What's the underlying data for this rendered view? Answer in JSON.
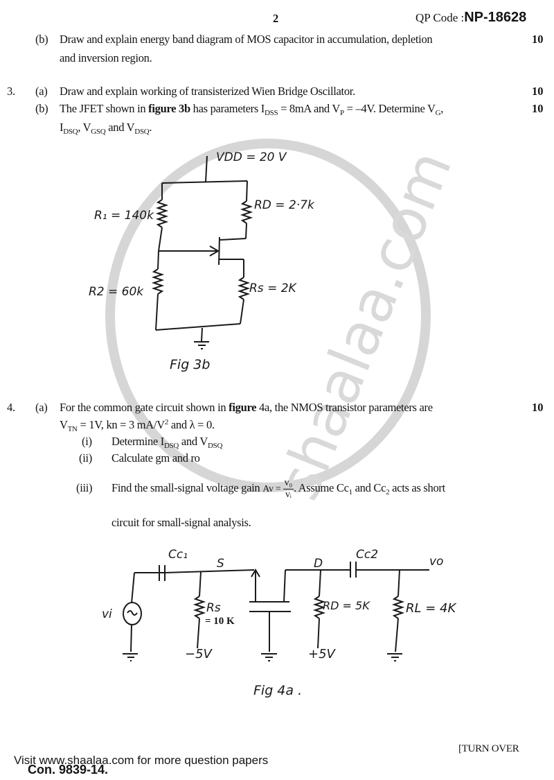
{
  "header": {
    "page_number": "2",
    "qp_code_label": "QP Code :",
    "qp_code_value": "NP-18628"
  },
  "questions": [
    {
      "number": "",
      "parts": [
        {
          "label": "(b)",
          "text_line1": "Draw and explain energy band diagram of MOS capacitor in accumulation, depletion",
          "text_line2": "and inversion region.",
          "marks": "10"
        }
      ]
    },
    {
      "number": "3.",
      "parts": [
        {
          "label": "(a)",
          "text": "Draw and explain working of transisterized Wien Bridge Oscillator.",
          "marks": "10"
        },
        {
          "label": "(b)",
          "text_pre": "The JFET shown in ",
          "text_bold": "figure 3b",
          "text_mid1": " has  parameters I",
          "sub_idss": "DSS",
          "text_mid2": " = 8mA and V",
          "sub_p": "P",
          "text_mid3": " = –4V. Determine V",
          "sub_g": "G",
          "text_mid4": ",",
          "line2_i": "I",
          "sub_dsq": "DSQ",
          "line2_v1": ", V",
          "sub_gsq": "GSQ",
          "line2_and": " and V",
          "sub_dsq2": "DSQ",
          "line2_end": ".",
          "marks": "10"
        }
      ]
    },
    {
      "number": "4.",
      "parts": [
        {
          "label": "(a)",
          "text_pre": "For the common gate circuit shown in ",
          "text_bold": "figure",
          "text_post": " 4a, the NMOS transistor parameters are",
          "line2_v": "V",
          "sub_tn": "TN",
          "line2_rest": " = 1V, kn = 3 mA/V",
          "sup_2": "2",
          "line2_end": " and λ = 0.",
          "marks": "10",
          "subparts": [
            {
              "label": "(i)",
              "text_pre": "Determine I",
              "sub1": "DSQ",
              "text_mid": " and V",
              "sub2": "DSQ"
            },
            {
              "label": "(ii)",
              "text": "Calculate gm and ro"
            },
            {
              "label": "(iii)",
              "text_pre": "Find the small-signal voltage gain ",
              "av": "Av = ",
              "num": "v₀",
              "den": "vᵢ",
              "text_mid": ". Assume Cc",
              "sub1": "1",
              "text_and": " and Cc",
              "sub2": "2",
              "text_post": " acts as short",
              "line2": "circuit for small-signal analysis."
            }
          ]
        }
      ]
    }
  ],
  "figure_3b": {
    "caption": "Fig 3b",
    "vdd": "VDD = 20 V",
    "r1": "R₁ = 140k",
    "rd": "RD = 2·7k",
    "r2": "R2 = 60k",
    "rs": "Rs = 2K"
  },
  "figure_4a": {
    "caption": "Fig 4a .",
    "cc1": "Cc₁",
    "cc2": "Cc2",
    "s": "S",
    "d": "D",
    "vo": "vo",
    "vi": "vi",
    "rs": "Rs",
    "rs_value": "= 10 K",
    "rd": "RD = 5K",
    "rl": "RL = 4K",
    "neg5": "−5V",
    "pos5": "+5V"
  },
  "watermark": {
    "text": "shaalaa.com"
  },
  "footer": {
    "turn_over": "[TURN OVER",
    "visit": "Visit www.shaalaa.com for more question papers",
    "con": "Con. 9839-14."
  }
}
